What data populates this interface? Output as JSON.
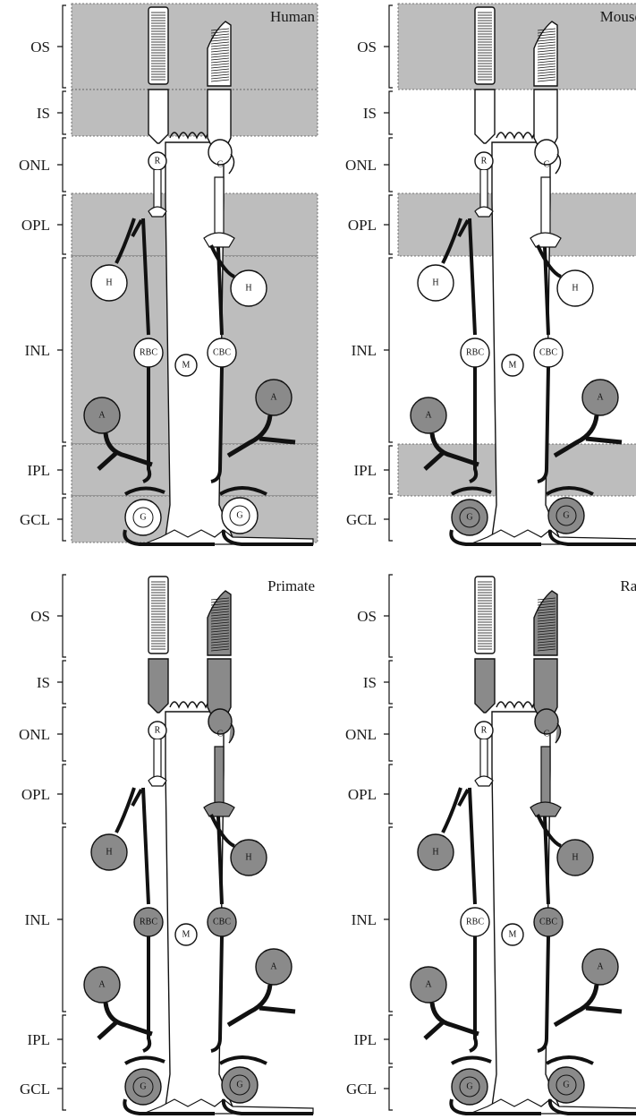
{
  "layers": [
    "OS",
    "IS",
    "ONL",
    "OPL",
    "INL",
    "IPL",
    "GCL"
  ],
  "cell_labels": {
    "rod": "R",
    "cone": "C",
    "horizontal": "H",
    "rod_bipolar": "RBC",
    "cone_bipolar": "CBC",
    "muller": "M",
    "amacrine": "A",
    "ganglion": "G"
  },
  "colors": {
    "layer_shade": "#bdbdbd",
    "cell_fill_dark": "#8a8a8a",
    "cell_fill_light": "#ffffff",
    "stroke": "#111111"
  },
  "panels": [
    {
      "title": "Human",
      "shaded_layers": [
        "OS",
        "IS",
        "OPL",
        "INL",
        "IPL",
        "GCL"
      ],
      "filled_cells": {
        "rod_os": false,
        "cone_os": false,
        "rod_is": false,
        "cone_is": false,
        "rod": false,
        "cone": false,
        "cone_axon": false,
        "horizontal": false,
        "rod_bipolar": false,
        "cone_bipolar": false,
        "amacrine": true,
        "ganglion": false
      }
    },
    {
      "title": "Mouse",
      "shaded_layers": [
        "OS",
        "OPL",
        "IPL"
      ],
      "filled_cells": {
        "rod_os": false,
        "cone_os": false,
        "rod_is": false,
        "cone_is": false,
        "rod": false,
        "cone": false,
        "cone_axon": false,
        "horizontal": false,
        "rod_bipolar": false,
        "cone_bipolar": false,
        "amacrine": true,
        "ganglion": true
      }
    },
    {
      "title": "Primate",
      "shaded_layers": [],
      "filled_cells": {
        "rod_os": false,
        "cone_os": true,
        "rod_is": true,
        "cone_is": true,
        "rod": false,
        "cone": true,
        "cone_axon": true,
        "horizontal": true,
        "rod_bipolar": true,
        "cone_bipolar": true,
        "amacrine": true,
        "ganglion": true
      }
    },
    {
      "title": "Rat",
      "shaded_layers": [],
      "filled_cells": {
        "rod_os": false,
        "cone_os": true,
        "rod_is": true,
        "cone_is": true,
        "rod": false,
        "cone": true,
        "cone_axon": true,
        "horizontal": true,
        "rod_bipolar": false,
        "cone_bipolar": true,
        "amacrine": true,
        "ganglion": true
      }
    }
  ]
}
